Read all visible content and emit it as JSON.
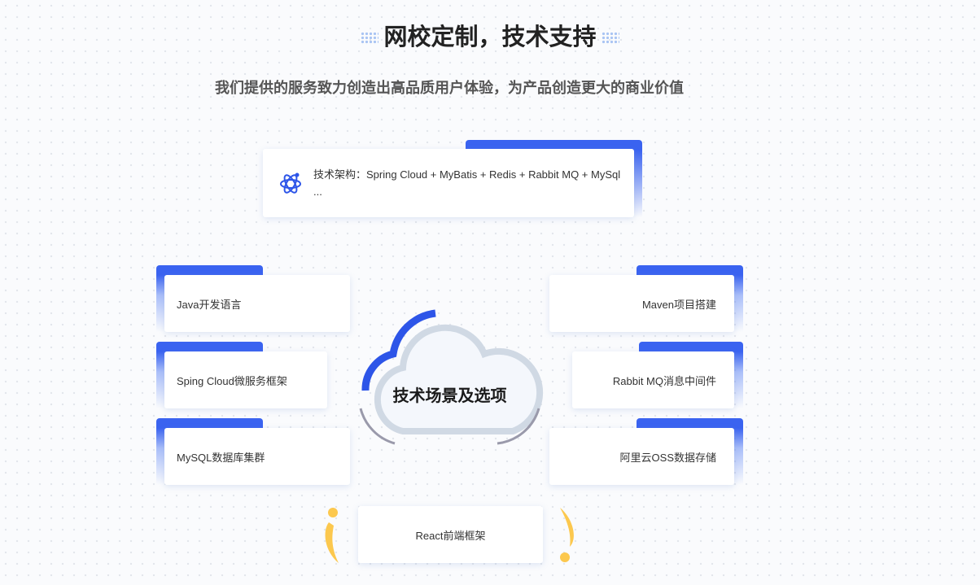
{
  "header": {
    "title": "网校定制，技术支持",
    "subtitle": "我们提供的服务致力创造出高品质用户体验，为产品创造更大的商业价值"
  },
  "architecture": {
    "icon": "atom-icon",
    "text": "技术架构：Spring Cloud + MyBatis + Redis + Rabbit MQ + MySql ..."
  },
  "center": {
    "label": "技术场景及选项"
  },
  "left_items": [
    "Java开发语言",
    "Sping Cloud微服务框架",
    "MySQL数据库集群"
  ],
  "right_items": [
    "Maven项目搭建",
    "Rabbit MQ消息中间件",
    "阿里云OSS数据存储"
  ],
  "bottom_item": "React前端框架",
  "colors": {
    "accent": "#3a63f0",
    "yellow": "#fcc84e"
  }
}
